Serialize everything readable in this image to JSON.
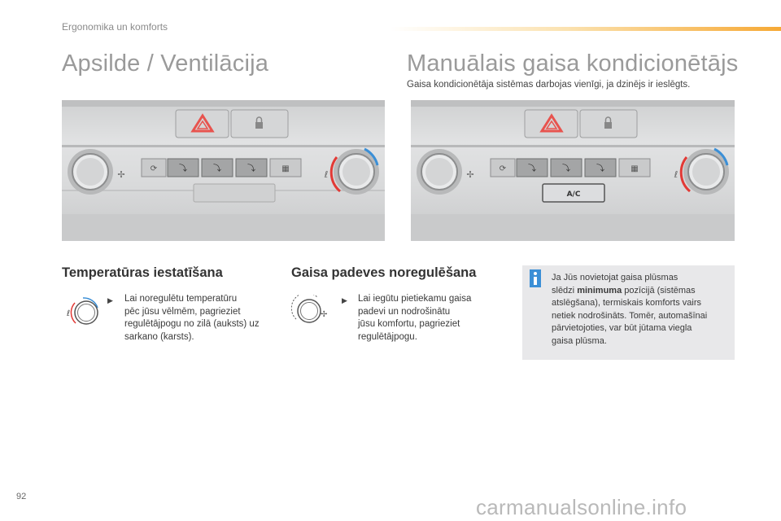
{
  "header": {
    "chapter": "Ergonomika un komforts"
  },
  "left_section": {
    "title": "Apsilde / Ventilācija"
  },
  "right_section": {
    "title": "Manuālais gaisa kondicionētājs",
    "subtitle": "Gaisa kondicionētāja sistēmas darbojas vienīgi, ja dzinējs ir ieslēgts.",
    "ac_button_label": "A/C"
  },
  "temperature": {
    "heading": "Temperatūras iestatīšana",
    "lines": [
      "Lai noregulētu temperatūru",
      "pēc jūsu vēlmēm, pagrieziet",
      "regulētājpogu no zilā (auksts) uz",
      "sarkano (karsts)."
    ]
  },
  "airflow": {
    "heading": "Gaisa padeves noregulēšana",
    "lines": [
      "Lai iegūtu pietiekamu gaisa",
      "padevi un nodrošinātu",
      "jūsu komfortu, pagrieziet",
      "regulētājpogu."
    ]
  },
  "info": {
    "line1": "Ja Jūs novietojat gaisa plūsmas",
    "line2_prefix": "slēdzi ",
    "line2_bold": "minimuma",
    "line2_suffix": " pozīcijā (sistēmas",
    "lines_rest": [
      "atslēgšana), termiskais komforts vairs",
      "netiek nodrošināts. Tomēr, automašīnai",
      "pārvietojoties, var būt jūtama viegla",
      "gaisa plūsma."
    ]
  },
  "footer": {
    "page_number": "92",
    "watermark": "carmanualsonline.info"
  },
  "colors": {
    "hot": "#e23a36",
    "cold": "#3b8fd6",
    "accent_orange": "#f6a935",
    "hazard": "#e8534e"
  },
  "icons": [
    "hazard-icon",
    "lock-icon",
    "recirculation-icon",
    "fan-icon",
    "defrost-icon",
    "temperature-icon",
    "info-icon"
  ]
}
